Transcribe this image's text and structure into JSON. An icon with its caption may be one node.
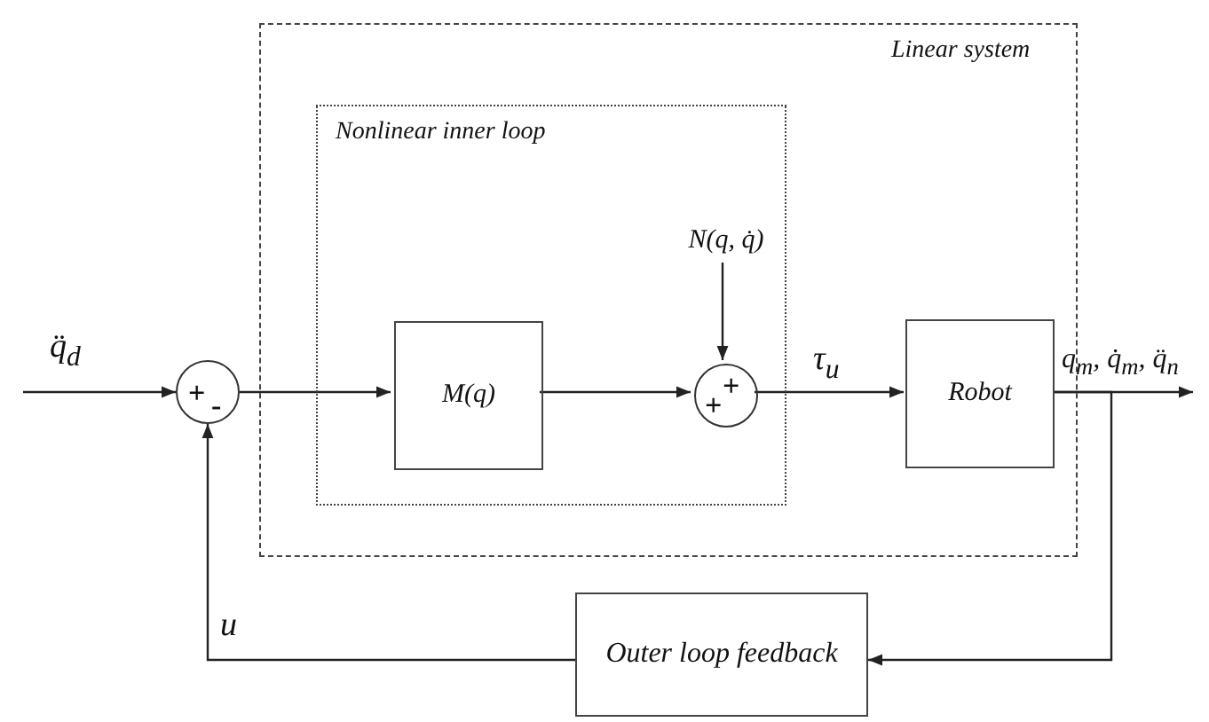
{
  "diagram": {
    "nodes": [
      {
        "text": [
          "Linear system"
        ]
      },
      {
        "text": [
          "Nonlinear inner loop"
        ],
        "in": 0
      },
      {
        "text": [
          "M(q)"
        ],
        "in": 1
      },
      {
        "text": [
          "+",
          "+"
        ],
        "in": 1
      },
      {
        "text": [
          "N(q, q̇)"
        ],
        "in": 1
      },
      {
        "text": [
          "Robot"
        ],
        "in": 0
      },
      {
        "text": [
          "+",
          "-"
        ]
      },
      {
        "text": [
          "Outer loop feedback"
        ]
      }
    ],
    "edges": [
      {
        "from": null,
        "to": 6,
        "arrow": "to",
        "label": "q̈$_{d}$"
      },
      {
        "from": 6,
        "to": 2,
        "arrow": "to"
      },
      {
        "from": 2,
        "to": 3,
        "arrow": "to"
      },
      {
        "from": 4,
        "to": 3,
        "arrow": "to"
      },
      {
        "from": 3,
        "to": 5,
        "arrow": "to",
        "label": "τ$_{u}$"
      },
      {
        "from": 5,
        "to": null,
        "arrow": "to",
        "label": "q$_{m}$, q̇$_{m}$, q̈$_{n}$"
      },
      {
        "from": 5,
        "to": 7,
        "arrow": "to"
      },
      {
        "from": 7,
        "to": 6,
        "arrow": "to",
        "label": "u"
      }
    ]
  }
}
